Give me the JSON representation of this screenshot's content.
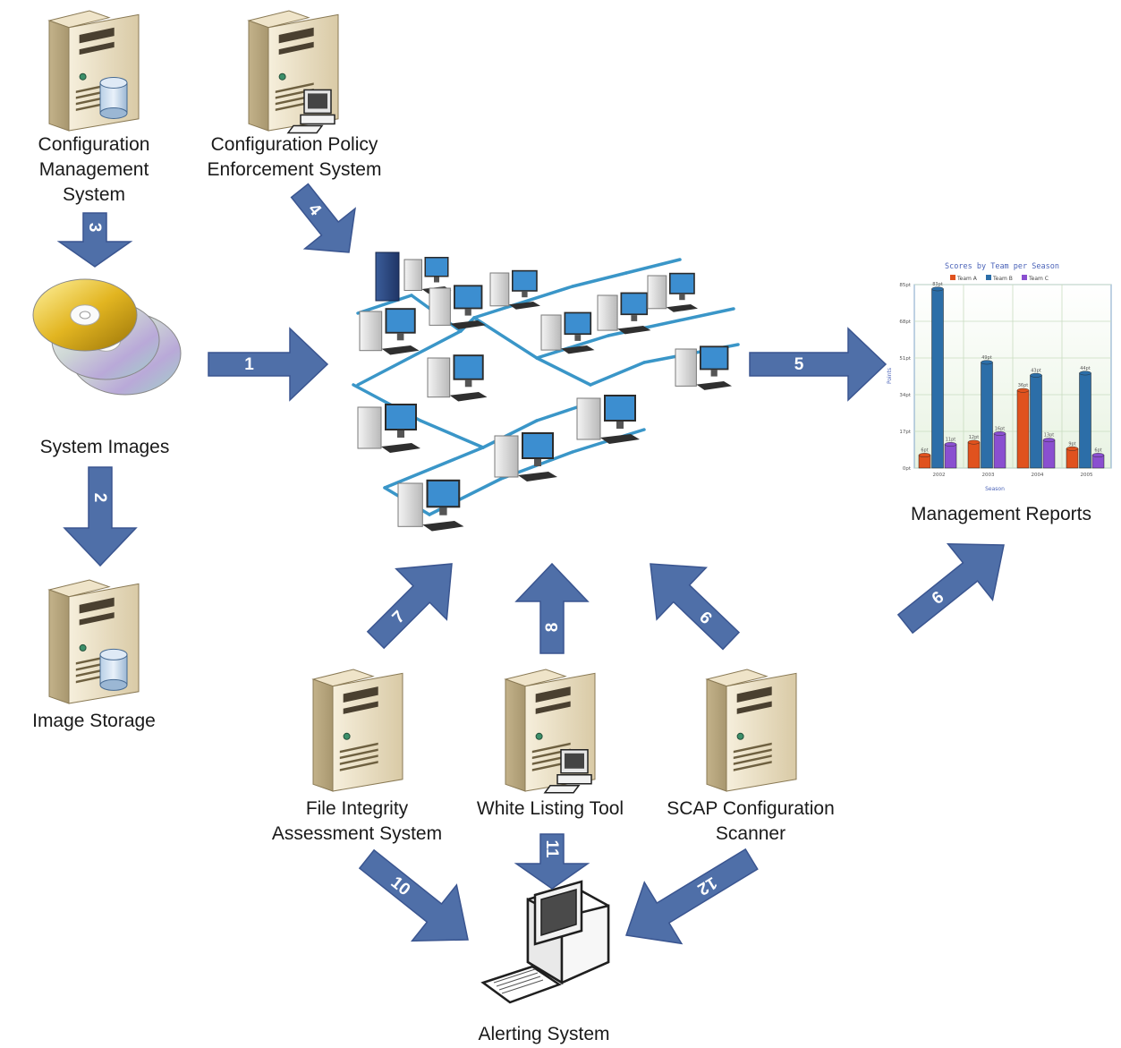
{
  "nodes": {
    "config_mgmt": {
      "lines": [
        "Configuration",
        "Management",
        "System"
      ]
    },
    "policy_enf": {
      "lines": [
        "Configuration Policy",
        "Enforcement System"
      ]
    },
    "system_images": {
      "lines": [
        "System Images"
      ]
    },
    "image_storage": {
      "lines": [
        "Image Storage"
      ]
    },
    "management_reports": {
      "lines": [
        "Management Reports"
      ]
    },
    "file_integrity": {
      "lines": [
        "File Integrity",
        "Assessment System"
      ]
    },
    "white_listing": {
      "lines": [
        "White Listing Tool"
      ]
    },
    "scap_scanner": {
      "lines": [
        "SCAP Configuration",
        "Scanner"
      ]
    },
    "alerting": {
      "lines": [
        "Alerting System"
      ]
    }
  },
  "arrows": [
    {
      "number": "1"
    },
    {
      "number": "2"
    },
    {
      "number": "3"
    },
    {
      "number": "4"
    },
    {
      "number": "5"
    },
    {
      "number": "6"
    },
    {
      "number": "7"
    },
    {
      "number": "8"
    },
    {
      "number": "9"
    },
    {
      "number": "10"
    },
    {
      "number": "11"
    },
    {
      "number": "12"
    }
  ],
  "report_chart": {
    "title": "Scores by Team per Season",
    "legend": [
      "Team A",
      "Team B",
      "Team C"
    ],
    "categories": [
      "2002",
      "2003",
      "2004",
      "2005"
    ],
    "xlabel": "Season",
    "ylabel": "Points",
    "yticks": [
      "0pt",
      "17pt",
      "34pt",
      "51pt",
      "68pt",
      "85pt"
    ],
    "series": [
      {
        "name": "Team A",
        "color": "#e0521e",
        "values": [
          6,
          12,
          36,
          9
        ]
      },
      {
        "name": "Team B",
        "color": "#2c6ea8",
        "values": [
          83,
          49,
          43,
          44
        ]
      },
      {
        "name": "Team C",
        "color": "#8a4fd0",
        "values": [
          11,
          16,
          13,
          6
        ]
      }
    ],
    "ymax": 85
  },
  "colors": {
    "arrow_fill": "#4f6fa8",
    "arrow_stroke": "#3a5590",
    "server_body": "#e8dcc0",
    "server_dark": "#c7b793",
    "network_line": "#3a96c8",
    "screen_blue": "#3c8ed0"
  }
}
